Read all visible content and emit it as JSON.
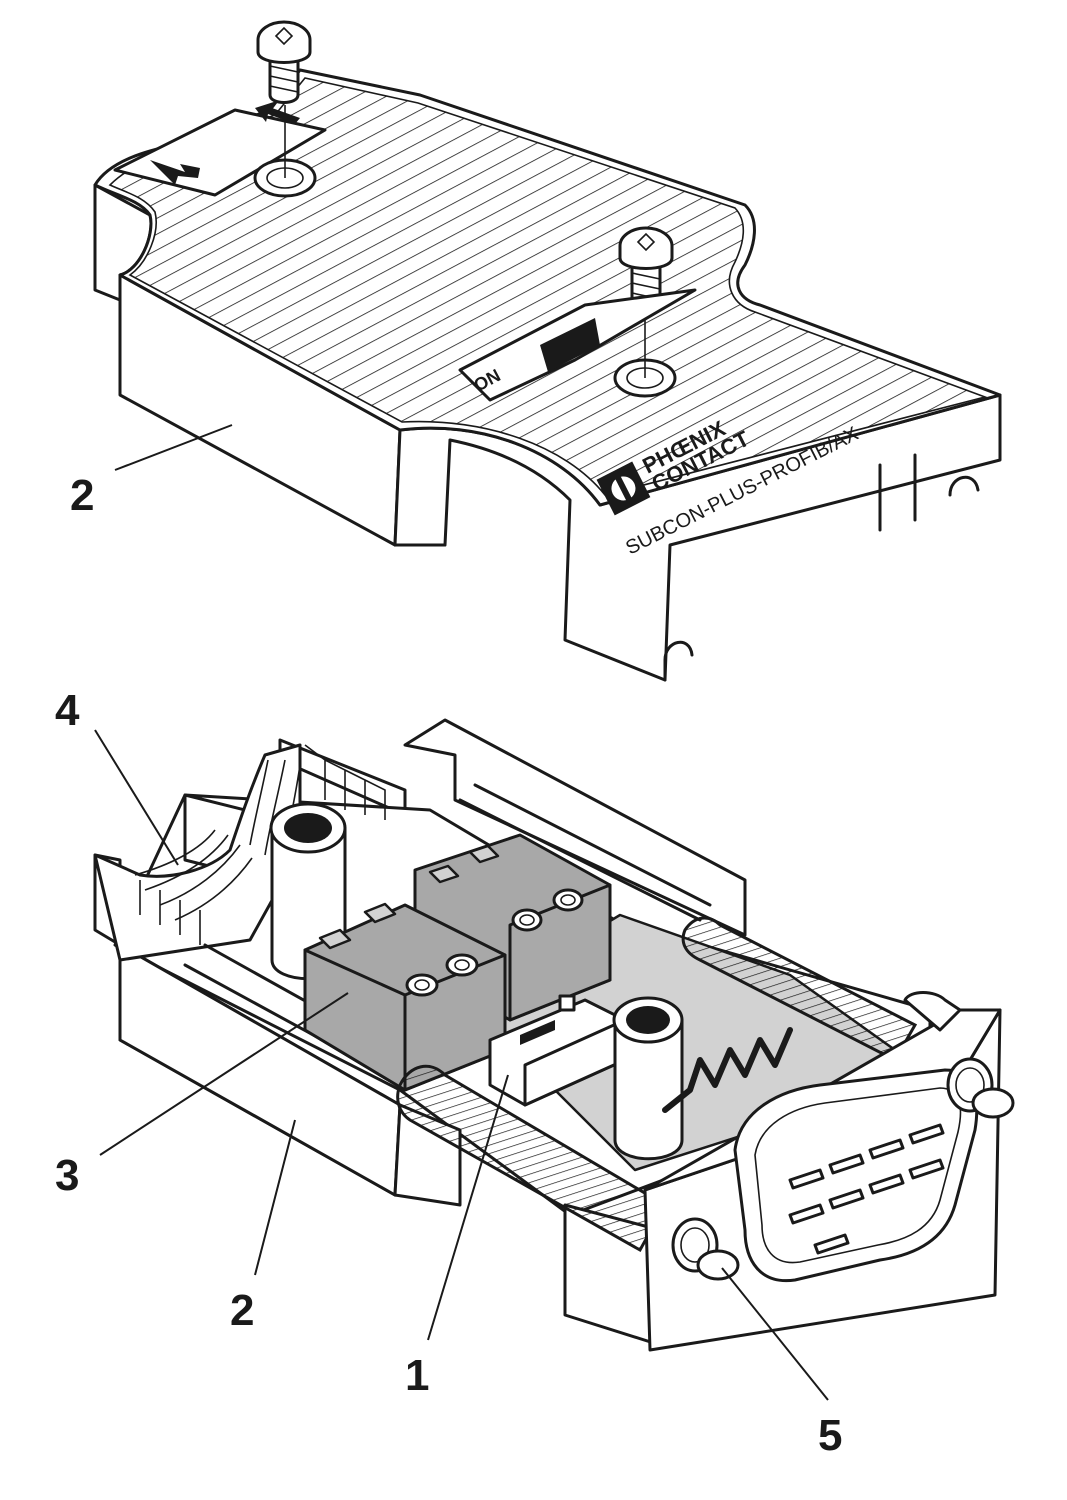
{
  "labels": {
    "cover": "2",
    "housing_bottom": "2",
    "terminal_block": "3",
    "cable_guide": "4",
    "switch": "1",
    "screw": "5"
  },
  "cover_text": {
    "brand_line1": "PHŒNIX",
    "brand_line2": "CONTACT",
    "model": "SUBCON-PLUS-PROFIB/AX",
    "switch_on": "ON"
  },
  "colors": {
    "line": "#1a1a1a",
    "component_grey": "#a8a8a8",
    "pcb_grey": "#d2d2d2",
    "background": "#ffffff"
  }
}
